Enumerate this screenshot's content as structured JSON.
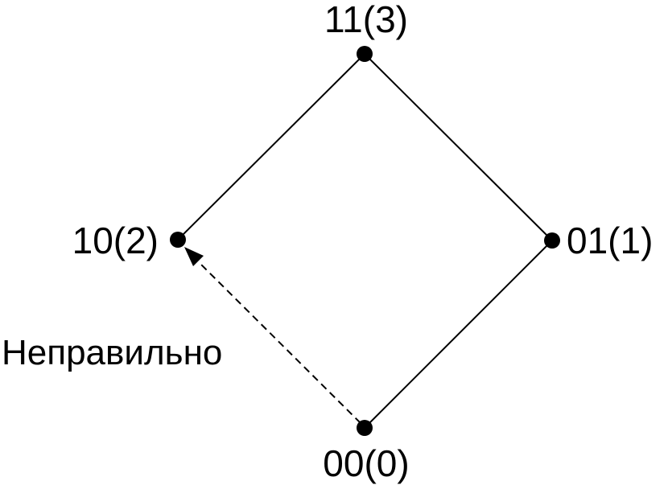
{
  "nodes": [
    {
      "id": "n11",
      "label": "11(3)"
    },
    {
      "id": "n10",
      "label": "10(2)"
    },
    {
      "id": "n01",
      "label": "01(1)"
    },
    {
      "id": "n00",
      "label": "00(0)"
    }
  ],
  "edges": [
    {
      "from": "n10",
      "to": "n11",
      "style": "solid"
    },
    {
      "from": "n11",
      "to": "n01",
      "style": "solid"
    },
    {
      "from": "n01",
      "to": "n00",
      "style": "solid"
    },
    {
      "from": "n00",
      "to": "n10",
      "style": "dashed",
      "arrow": true
    }
  ],
  "annotation": {
    "text": "Неправильно"
  },
  "colors": {
    "ink": "#000000",
    "background": "#ffffff"
  }
}
